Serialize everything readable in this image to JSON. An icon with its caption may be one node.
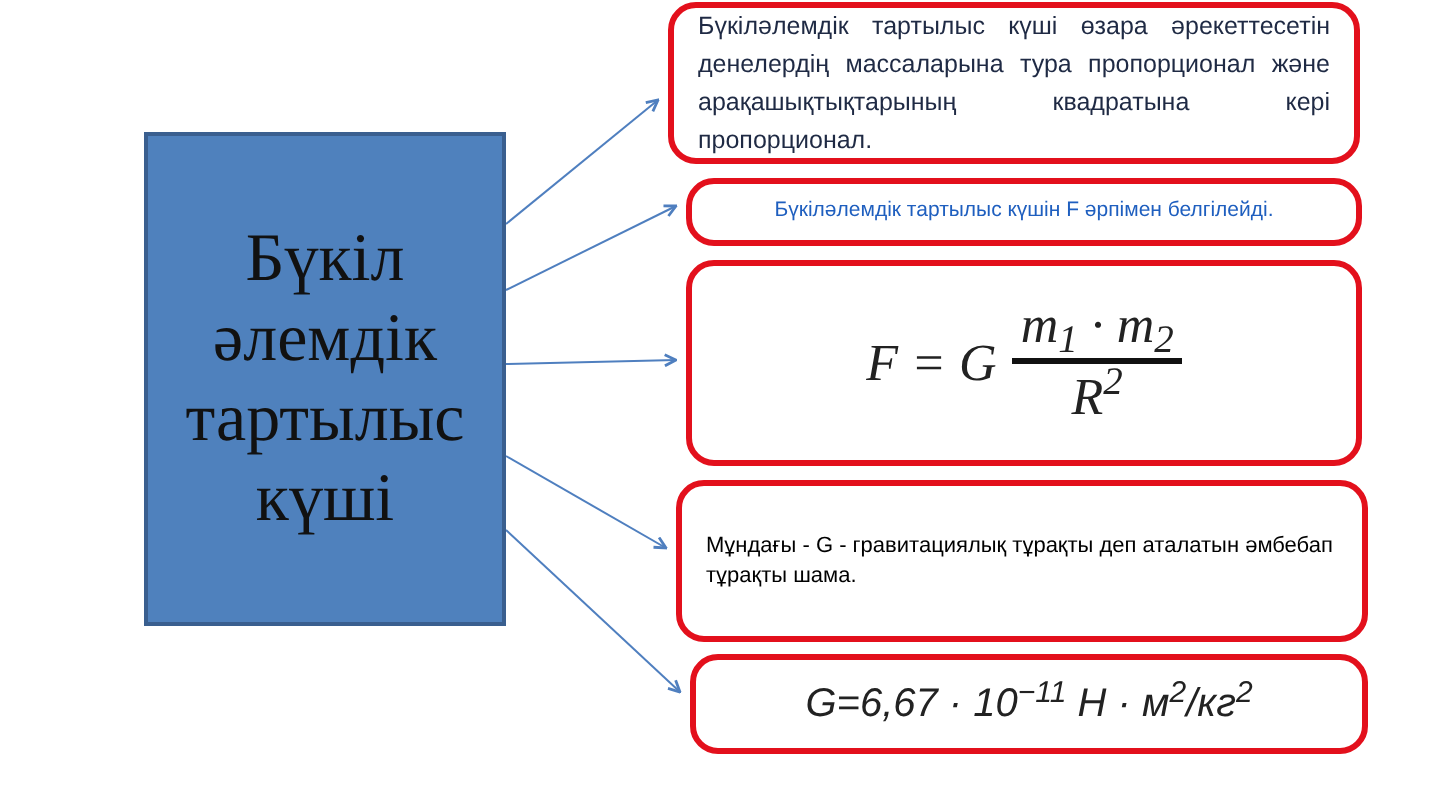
{
  "diagram": {
    "nodes": [
      {
        "text": [
          "Бүкіл әлемдік тартылыс күші"
        ]
      },
      {
        "text": [
          "Бүкіләлемдік тартылыс күші өзара әрекеттесетін денелердің массаларына тура пропорционал және арақашықтықтарының квадратына кері пропорционал."
        ]
      },
      {
        "text": [
          "Бүкіләлемдік тартылыс күшін F әрпімен белгілейді."
        ]
      },
      {
        "text": [
          "F = G",
          "m$_{1}$ · m$_{2}$",
          "R$^{2}$"
        ]
      },
      {
        "text": [
          "Мұндағы - G - гравитациялық тұрақты деп аталатын әмбебап тұрақты шама."
        ]
      },
      {
        "text": [
          "G=6,67 · 10$^{−11}$ Н · м$^{2}$/кг$^{2}$"
        ]
      }
    ],
    "edges": [
      {
        "from": 0,
        "to": 1,
        "arrow": "to"
      },
      {
        "from": 0,
        "to": 2,
        "arrow": "to"
      },
      {
        "from": 0,
        "to": 3,
        "arrow": "to"
      },
      {
        "from": 0,
        "to": 4,
        "arrow": "to"
      },
      {
        "from": 0,
        "to": 5,
        "arrow": "to"
      }
    ]
  }
}
